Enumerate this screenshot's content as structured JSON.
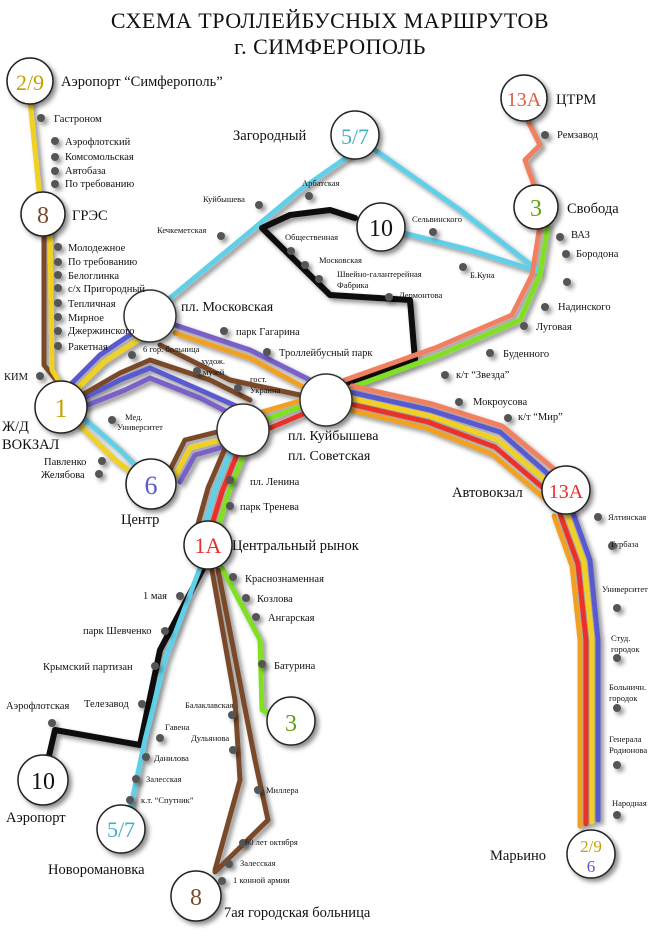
{
  "title_line1": "СХЕМА ТРОЛЛЕЙБУСНЫХ МАРШРУТОВ",
  "title_line2": "г. СИМФЕРОПОЛЬ",
  "colors": {
    "route_1": "#5a5ad0",
    "route_2_9": "#f0d020",
    "route_3": "#80e020",
    "route_5_7": "#60d0e8",
    "route_6": "#7a60c8",
    "route_8": "#7a4a2a",
    "route_10": "#111111",
    "route_13A": "#f08060",
    "route_red": "#e8302a",
    "route_orange": "#f0a020"
  },
  "terminals": {
    "t29": {
      "route": "2/9",
      "label": "Аэропорт “Симферополь”"
    },
    "t8a": {
      "route": "8",
      "label": "ГРЭС"
    },
    "t1": {
      "route": "1",
      "label": "Ж/Д ВОКЗАЛ"
    },
    "t6": {
      "route": "6",
      "label": "Центр"
    },
    "t57a": {
      "route": "5/7",
      "label": "Загородный"
    },
    "t10a": {
      "route": "10",
      "label": ""
    },
    "t13a": {
      "route": "13А",
      "label": "ЦТРМ"
    },
    "t3a": {
      "route": "3",
      "label": "Свобода"
    },
    "t1a": {
      "route": "1А",
      "label": "Центральный рынок"
    },
    "t13b": {
      "route": "13А",
      "label": "Автовокзал"
    },
    "t3b": {
      "route": "3",
      "label": ""
    },
    "t10b": {
      "route": "10",
      "label": "Аэропорт"
    },
    "t57b": {
      "route": "5/7",
      "label": "Новоромановка"
    },
    "t8b": {
      "route": "8",
      "label": "7ая городская больница"
    },
    "t29b": {
      "route": "2/9",
      "route_b": "6",
      "label": "Марьино"
    }
  },
  "hubs": {
    "moskovskaya": "пл. Московская",
    "kuibysheva": "пл. Куйбышева",
    "sovetskaya": "пл. Советская"
  },
  "stops": {
    "gastronom": "Гастроном",
    "aeroflotsky": "Аэрофлотский",
    "komsomolskaya": "Комсомольская",
    "avtobaza": "Автобаза",
    "po_treb1": "По требованию",
    "molodezhnoe": "Молодежное",
    "po_treb2": "По требованию",
    "beloglinka": "Белоглинка",
    "s_x": "с/х Пригородный",
    "teplichnaya": "Тепличная",
    "mirnoe": "Мирное",
    "dzherzh": "Джержинского",
    "raketnaya": "Ракетная",
    "kim": "КИМ",
    "pavlenko": "Павленко",
    "zhelyabova": "Желябова",
    "med_univ_1": "Мед.",
    "med_univ_2": "Университет",
    "bolnitsa6": "6 гор. больница",
    "hudozh_1": "худож.",
    "hudozh_2": "музей",
    "gost_1": "гост.",
    "gost_2": "Украина",
    "park_gagarina": "парк Гагарина",
    "troll_park": "Троллейбусный парк",
    "kuibysheva_st": "Куйбышева",
    "kechkemetskaya": "Кечкеметская",
    "arbatskaya": "Арбатская",
    "obshchestvennaya": "Общественная",
    "moskovskaya_st": "Московская",
    "shveyno": "Швейно-галантерейная",
    "fabrika": "Фабрика",
    "lermontova": "Лермонтова",
    "selvinskogo": "Сельвинского",
    "b_kuna": "Б.Куна",
    "remzavod": "Ремзавод",
    "vaz": "ВАЗ",
    "borodona": "Бородона",
    "nadinskogo": "Надинского",
    "lugovaya": "Луговая",
    "budennogo": "Буденного",
    "zvezda": "к/т “Звезда”",
    "mokrousova": "Мокроусова",
    "mir": "к/т “Мир”",
    "pl_lenina": "пл. Ленина",
    "park_treneva": "парк Тренева",
    "krasnoznamennaya": "Краснознаменная",
    "kozlova": "Козлова",
    "angarskaya": "Ангарская",
    "baturina": "Батурина",
    "may1": "1 мая",
    "park_shevchenko": "парк Шевченко",
    "krym_partizan": "Крымский партизан",
    "telezavod": "Телезавод",
    "aeroflotskaya": "Аэрофлотская",
    "balaklavskaya": "Балаклавская",
    "gavena": "Гавена",
    "dulyanova": "Дульянова",
    "danilova": "Данилова",
    "zalesskaya1": "Залесская",
    "sputnik": "к.т. “Спутник”",
    "millera": "Миллера",
    "oct60": "60 лет октября",
    "zalesskaya2": "Залесская",
    "konnaya": "1 конной армии",
    "yaltinskaya": "Ялтинская",
    "turbaza": "Турбаза",
    "universitet": "Университет",
    "stud_1": "Студ.",
    "stud_2": "городок",
    "boln_1": "Больничн.",
    "boln_2": "городок",
    "gen_1": "Генерала",
    "gen_2": "Родионова",
    "narodnaya": "Народная"
  }
}
